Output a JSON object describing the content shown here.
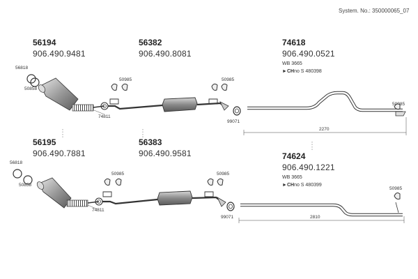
{
  "header": {
    "system_no": "System. No.: 350000065_07"
  },
  "groups": [
    {
      "id": "56194",
      "part": "906.490.9481"
    },
    {
      "id": "56382",
      "part": "906.490.8081"
    },
    {
      "id": "74618",
      "part": "906.490.0521",
      "wb": "WB 3665",
      "ch": "CH",
      "ch_no": "no S 480398"
    },
    {
      "id": "56195",
      "part": "906.490.7881"
    },
    {
      "id": "56383",
      "part": "906.490.9581"
    },
    {
      "id": "74624",
      "part": "906.490.1221",
      "wb": "WB 3665",
      "ch": "CH",
      "ch_no": "no S 480399"
    }
  ],
  "callouts": {
    "c56818": "56818",
    "c50858": "50858",
    "c50985": "50985",
    "c74811": "74811",
    "c99071": "99071"
  },
  "dimensions": {
    "top": "2270",
    "bottom": "2810"
  }
}
